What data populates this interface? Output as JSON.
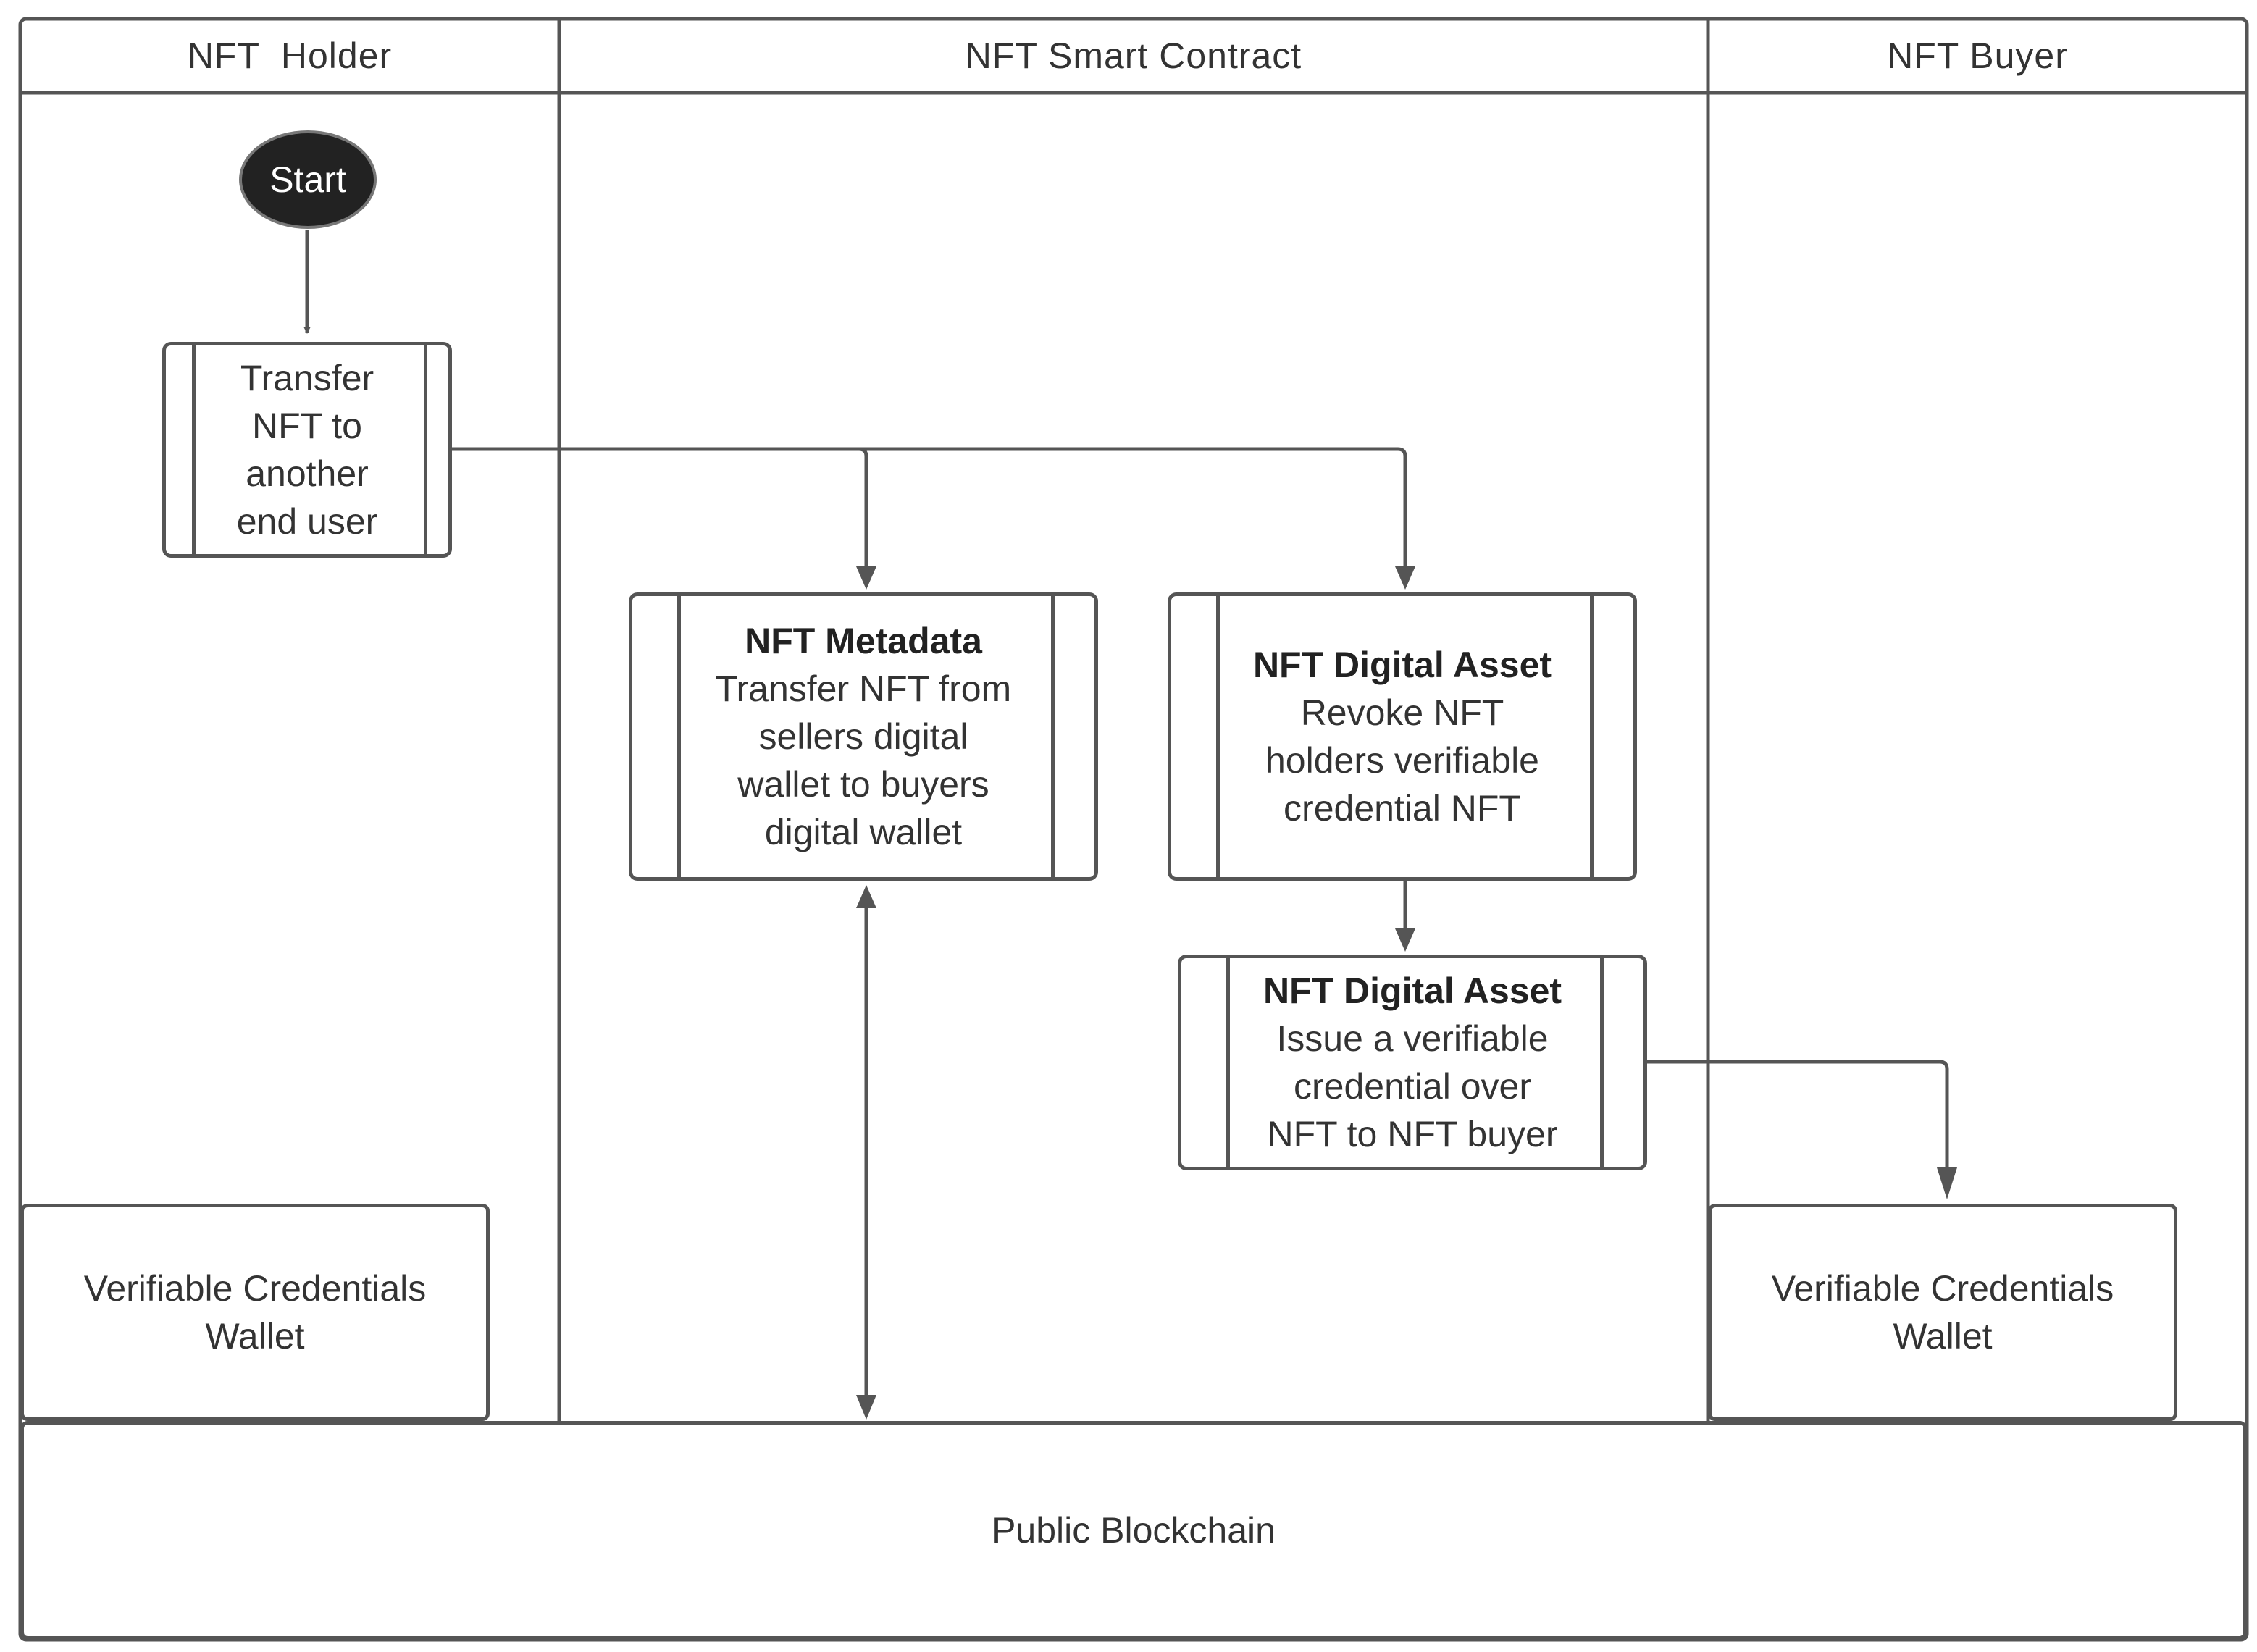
{
  "lanes": {
    "holder": "NFT  Holder",
    "contract": "NFT Smart Contract",
    "buyer": "NFT Buyer"
  },
  "nodes": {
    "start": "Start",
    "transfer": [
      "Transfer",
      "NFT to",
      "another",
      "end user"
    ],
    "metadata": {
      "title": "NFT Metadata",
      "lines": [
        "Transfer NFT from",
        "sellers digital",
        "wallet to buyers",
        "digital wallet"
      ]
    },
    "revoke": {
      "title": "NFT Digital Asset",
      "lines": [
        "Revoke NFT",
        "holders verifiable",
        "credential NFT"
      ]
    },
    "issue": {
      "title": "NFT Digital Asset",
      "lines": [
        "Issue a verifiable",
        "credential over",
        "NFT to NFT buyer"
      ]
    },
    "holder_wallet": [
      "Verifiable Credentials",
      "Wallet"
    ],
    "buyer_wallet": [
      "Verifiable Credentials",
      "Wallet"
    ],
    "blockchain": "Public Blockchain"
  }
}
